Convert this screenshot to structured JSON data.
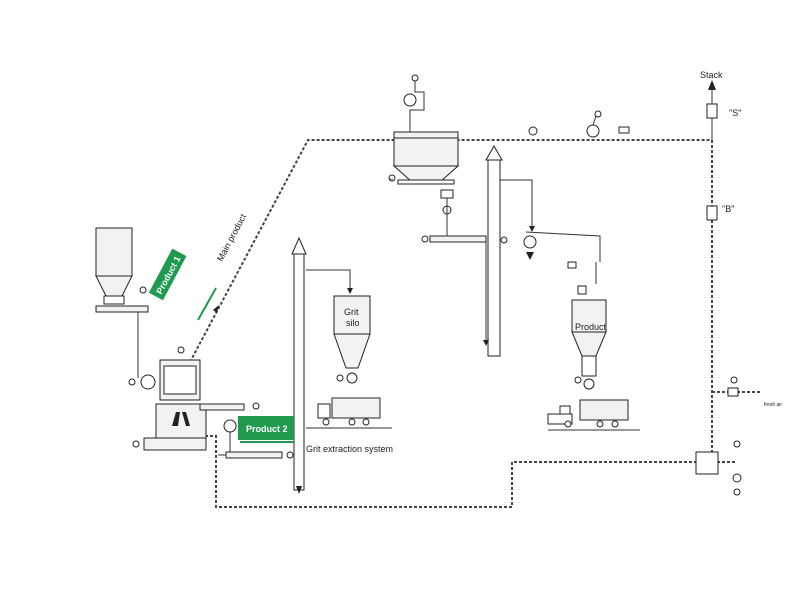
{
  "labels": {
    "stack": "Stack",
    "stack_s": "\"S\"",
    "stack_b": "\"B\"",
    "main_product": "Main product",
    "product_1": "Product 1",
    "product_2": "Product 2",
    "grit_silo_line1": "Grit",
    "grit_silo_line2": "silo",
    "grit_extraction": "Grit extraction system",
    "product_tank": "Product",
    "fresh_air": "fresh air",
    "motor_symbol": "M"
  },
  "colors": {
    "accent_green": "#1f9a4e",
    "line": "#333333",
    "equipment_fill": "#f2f2f2"
  }
}
